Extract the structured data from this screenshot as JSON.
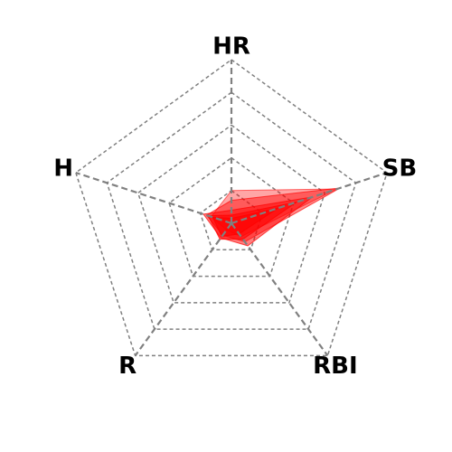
{
  "chart_data": {
    "type": "radar",
    "title": "",
    "axes": [
      "HR",
      "SB",
      "RBI",
      "R",
      "H"
    ],
    "rmax": 1.0,
    "rings": [
      0.2,
      0.4,
      0.6,
      0.8,
      1.0
    ],
    "grid": true,
    "legend": "none",
    "series": [
      {
        "values": [
          0.2,
          0.68,
          0.1,
          0.05,
          0.13
        ],
        "color": "#ff0000",
        "opacity": 0.35
      },
      {
        "values": [
          0.14,
          0.7,
          0.14,
          0.09,
          0.16
        ],
        "color": "#ff0000",
        "opacity": 0.45
      },
      {
        "values": [
          0.08,
          0.52,
          0.17,
          0.11,
          0.18
        ],
        "color": "#ff0000",
        "opacity": 0.5
      },
      {
        "values": [
          0.05,
          0.42,
          0.12,
          0.12,
          0.15
        ],
        "color": "#ff0000",
        "opacity": 0.55
      },
      {
        "values": [
          0.03,
          0.3,
          0.08,
          0.1,
          0.12
        ],
        "color": "#ff0000",
        "opacity": 0.6
      }
    ],
    "colors": {
      "grid": "#808080",
      "background": "#ffffff"
    }
  }
}
